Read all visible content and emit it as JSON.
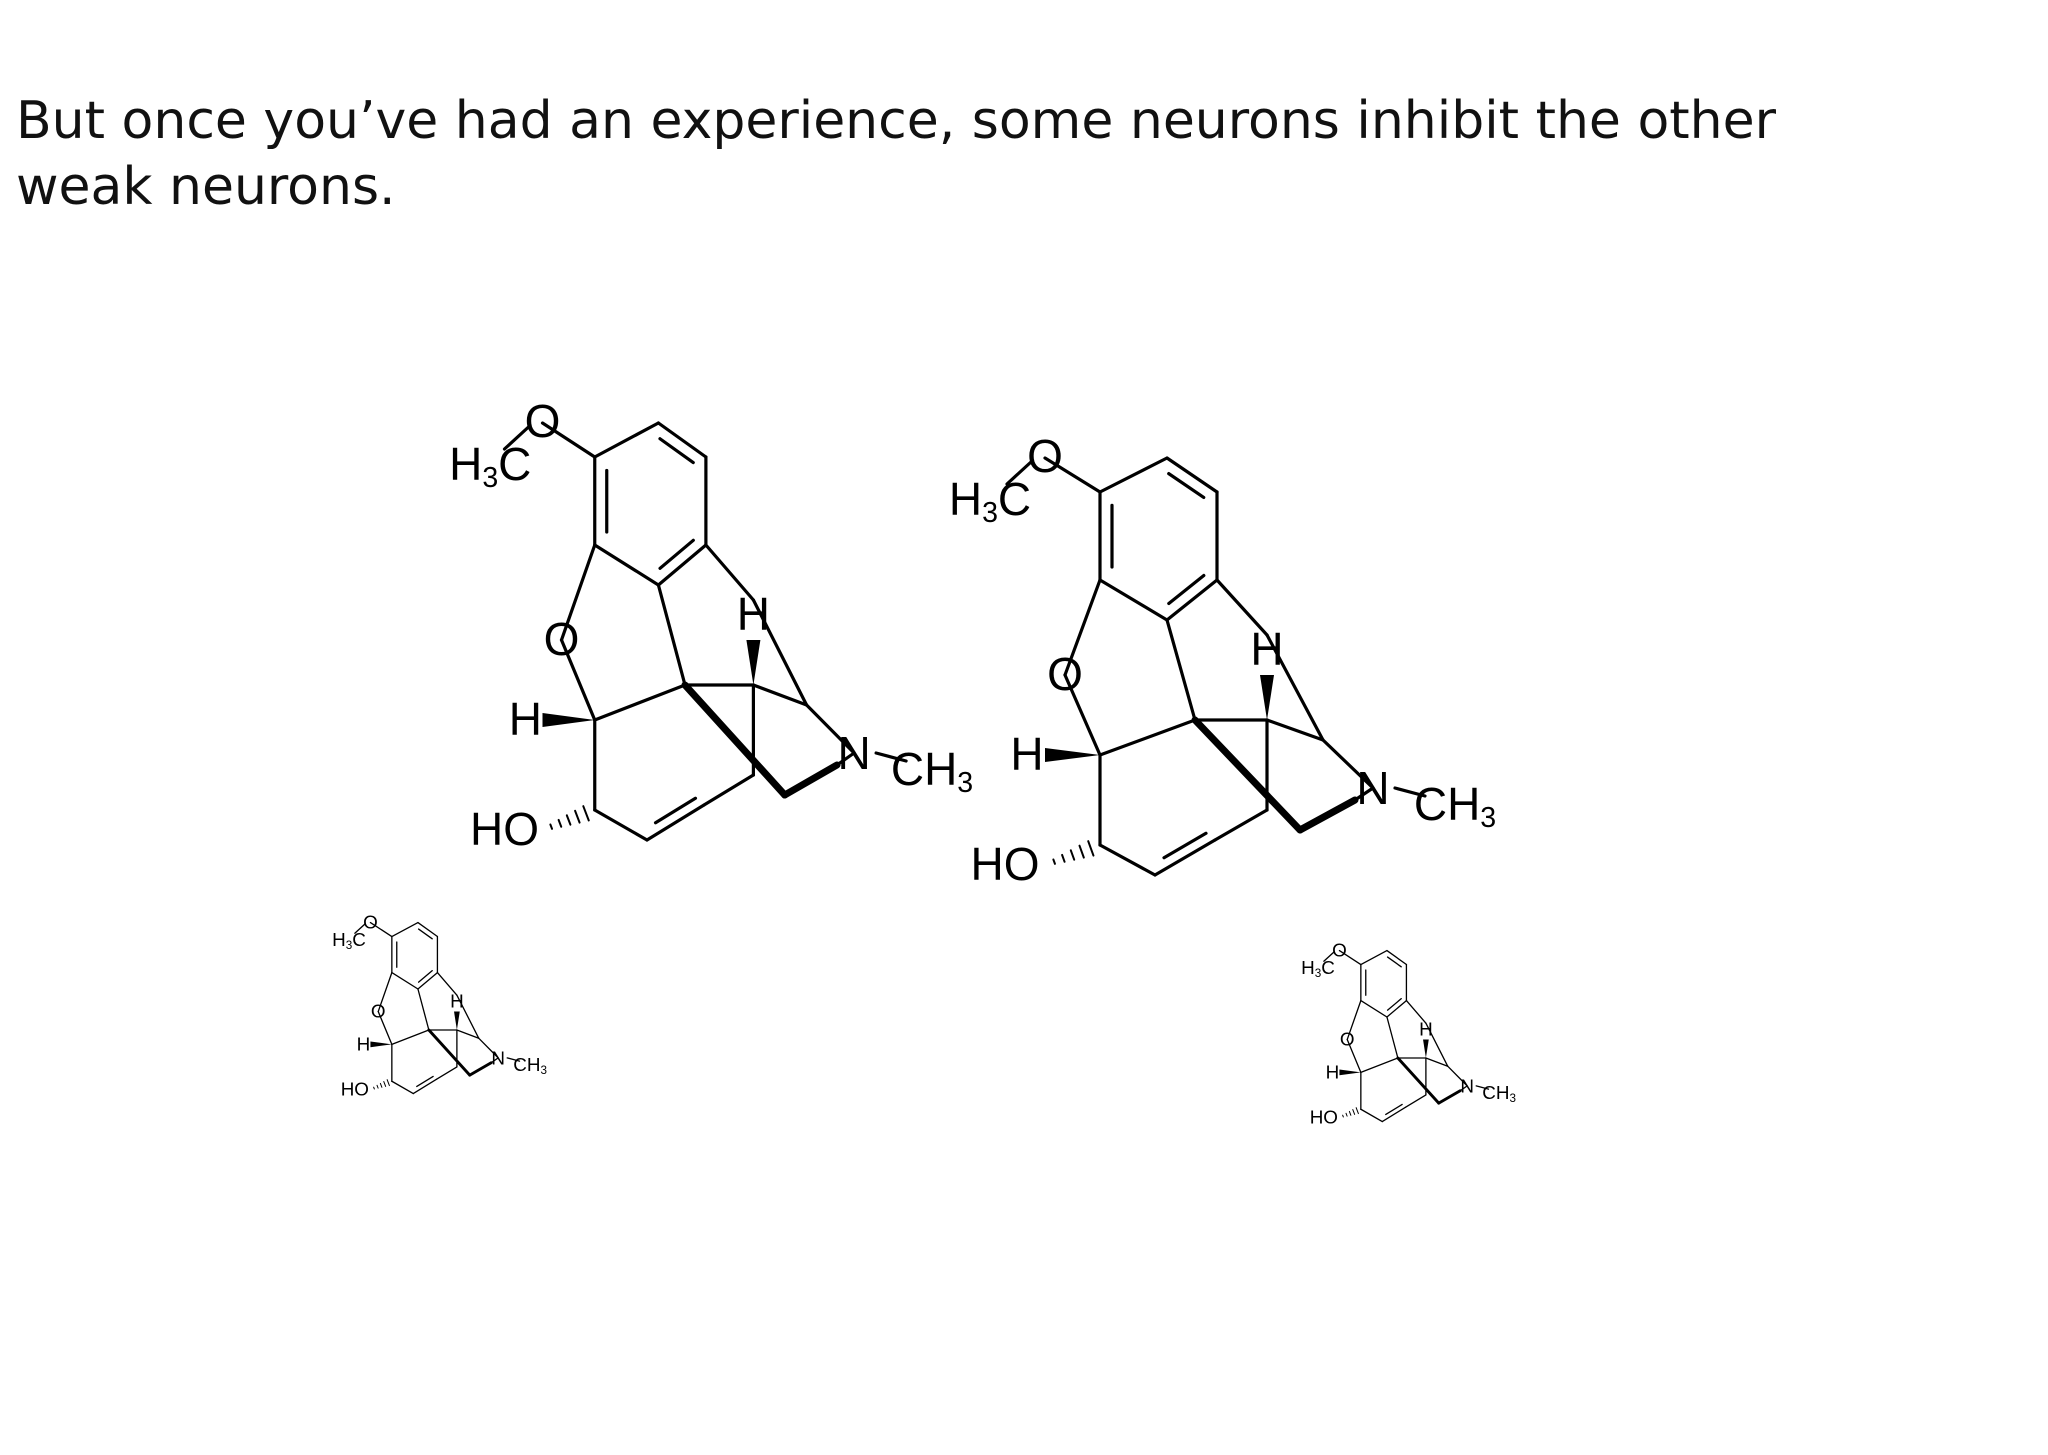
{
  "slide": {
    "title_line1": "But once you’ve had an experience, some neurons inhibit the other",
    "title_line2": "weak neurons."
  },
  "molecule_labels": {
    "methyl_main": "H",
    "methyl_sub": "3",
    "methyl_tail": "C",
    "ether_o": "O",
    "ring_o": "O",
    "bridge_h": "H",
    "ring_h": "H",
    "nitrogen": "N",
    "n_methyl_main": "CH",
    "n_methyl_sub": "3",
    "hydroxyl": "HO"
  }
}
